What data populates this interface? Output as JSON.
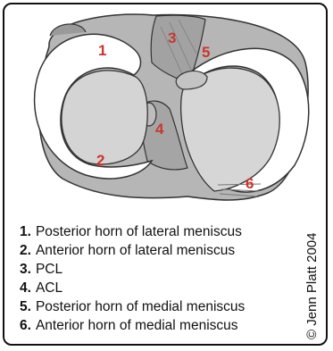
{
  "diagram": {
    "markers": [
      "1",
      "2",
      "3",
      "4",
      "5",
      "6"
    ],
    "colors": {
      "marker": "#c8372d",
      "tibia": "#b6b6b6",
      "meniscus": "#ffffff",
      "plateau": "#d4d4d4",
      "outline": "#333333",
      "ligament": "#a8a8a8"
    }
  },
  "legend": [
    {
      "num": "1.",
      "text": "Posterior horn of lateral meniscus"
    },
    {
      "num": "2.",
      "text": "Anterior horn of lateral meniscus"
    },
    {
      "num": "3.",
      "text": "PCL"
    },
    {
      "num": "4.",
      "text": "ACL"
    },
    {
      "num": "5.",
      "text": "Posterior horn of medial meniscus"
    },
    {
      "num": "6.",
      "text": "Anterior horn of medial meniscus"
    }
  ],
  "credit": "© Jenn Platt 2004"
}
